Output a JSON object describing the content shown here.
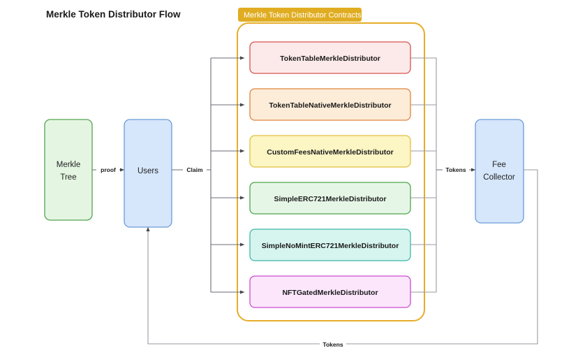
{
  "diagram": {
    "title": "Merkle Token Distributor Flow",
    "group": {
      "badge_label": "Merkle Token Distributor Contracts",
      "badge_bg": "#e0ad22",
      "badge_text_color": "#ffffff",
      "border_color": "#e6ad28"
    },
    "actors": [
      {
        "id": "merkle-tree",
        "label_line1": "Merkle",
        "label_line2": "Tree",
        "fill": "#e4f5e2",
        "stroke": "#53a351"
      },
      {
        "id": "users",
        "label_line1": "Users",
        "label_line2": "",
        "fill": "#d6e6fb",
        "stroke": "#6b9bd8"
      },
      {
        "id": "fee-collector",
        "label_line1": "Fee",
        "label_line2": "Collector",
        "fill": "#d6e6fb",
        "stroke": "#6b9bd8"
      }
    ],
    "contracts": [
      {
        "label": "TokenTableMerkleDistributor",
        "fill": "#fce9e9",
        "stroke": "#d9534f"
      },
      {
        "label": "TokenTableNativeMerkleDistributor",
        "fill": "#fcecd8",
        "stroke": "#e0853f"
      },
      {
        "label": "CustomFeesNativeMerkleDistributor",
        "fill": "#fcf5c4",
        "stroke": "#e0c13f"
      },
      {
        "label": "SimpleERC721MerkleDistributor",
        "fill": "#e6f6e6",
        "stroke": "#4ca64c"
      },
      {
        "label": "SimpleNoMintERC721MerkleDistributor",
        "fill": "#d6f5ef",
        "stroke": "#3fb8a8"
      },
      {
        "label": "NFTGatedMerkleDistributor",
        "fill": "#fbe6fb",
        "stroke": "#cc4ccc"
      }
    ],
    "edges": [
      {
        "id": "proof",
        "label": "proof",
        "from": "merkle-tree",
        "to": "users"
      },
      {
        "id": "claim",
        "label": "Claim",
        "from": "users",
        "to": "contracts"
      },
      {
        "id": "tokens-out",
        "label": "Tokens",
        "from": "contracts",
        "to": "fee-collector"
      },
      {
        "id": "tokens-return",
        "label": "Tokens",
        "from": "fee-collector",
        "to": "users"
      }
    ]
  }
}
